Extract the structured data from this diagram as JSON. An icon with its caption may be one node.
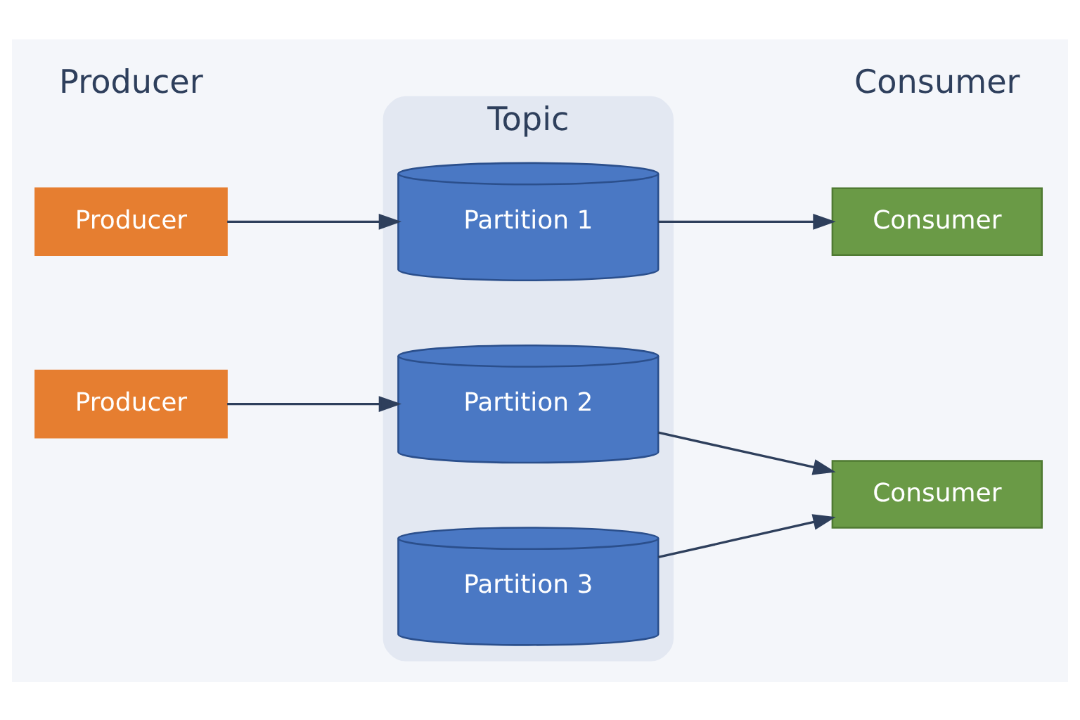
{
  "diagram": {
    "nodes": [
      {
        "text": [
          "Topic"
        ]
      },
      {
        "text": [
          "Producer"
        ]
      },
      {
        "text": [
          "Producer"
        ]
      },
      {
        "text": [
          "Partition 1"
        ],
        "in": 0
      },
      {
        "text": [
          "Partition 2"
        ],
        "in": 0
      },
      {
        "text": [
          "Partition 3"
        ],
        "in": 0
      },
      {
        "text": [
          "Consumer"
        ]
      },
      {
        "text": [
          "Consumer"
        ]
      }
    ],
    "edges": [
      {
        "from": 1,
        "to": 3,
        "arrow": "to"
      },
      {
        "from": 2,
        "to": 4,
        "arrow": "to"
      },
      {
        "from": 3,
        "to": 6,
        "arrow": "to"
      },
      {
        "from": 4,
        "to": 7,
        "arrow": "to"
      },
      {
        "from": 5,
        "to": 7,
        "arrow": "to"
      }
    ],
    "labels": [
      "Producer",
      "Consumer"
    ]
  }
}
